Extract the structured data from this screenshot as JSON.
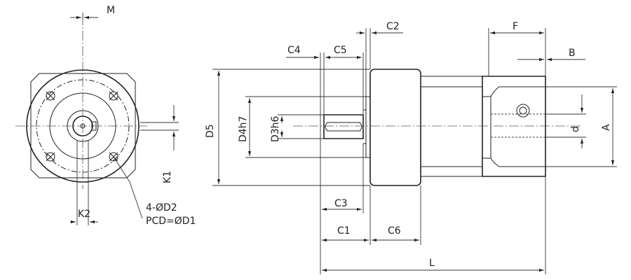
{
  "labels": {
    "M": "M",
    "K1": "K1",
    "K2": "K2",
    "D2": "4-ØD2",
    "PCD": "PCD=ØD1",
    "D5": "D5",
    "D4": "D4h7",
    "D3": "D3h6",
    "C1": "C1",
    "C2": "C2",
    "C3": "C3",
    "C4": "C4",
    "C5": "C5",
    "C6": "C6",
    "F": "F",
    "B": "B",
    "d": "d",
    "A": "A",
    "L": "L"
  }
}
